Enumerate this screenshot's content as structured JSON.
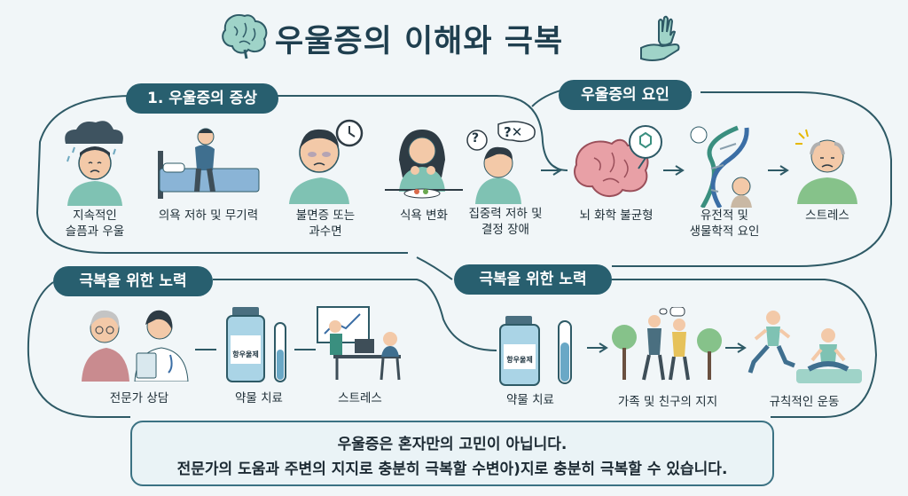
{
  "title": "우울증의 이해와 극복",
  "sections": {
    "symptoms": "1. 우울증의 증상",
    "causes": "우울증의 요인",
    "coping_left": "극복을 위한 노력",
    "coping_right": "극복을 위한 노력"
  },
  "symptoms": [
    {
      "label": "지속적인\n슬픔과 우울",
      "icon": "sad-rain-cloud-person-icon"
    },
    {
      "label": "의욕 저하 및 무기력",
      "icon": "person-on-bed-icon"
    },
    {
      "label": "불면증 또는\n과수면",
      "icon": "tired-person-clock-icon"
    },
    {
      "label": "식욕 변화",
      "icon": "person-eating-icon"
    },
    {
      "label": "집중력 저하 및\n결정 장애",
      "icon": "confused-person-icon"
    }
  ],
  "causes": [
    {
      "label": "뇌 화학 불균형",
      "icon": "brain-chemistry-icon"
    },
    {
      "label": "유전적 및\n생물학적 요인",
      "icon": "dna-icon"
    },
    {
      "label": "스트레스",
      "icon": "elderly-man-icon"
    }
  ],
  "coping_left": [
    {
      "label": "전문가 상담",
      "icon": "doctor-consultation-icon"
    },
    {
      "label": "약물 치료",
      "icon": "medicine-bottle-icon",
      "bottle_text": "항우울제"
    },
    {
      "label": "스트레스",
      "icon": "presentation-desk-icon"
    }
  ],
  "coping_right": [
    {
      "label": "약물 치료",
      "icon": "medicine-bottle-icon",
      "bottle_text": "항우울제"
    },
    {
      "label": "가족 및 친구의 지지",
      "icon": "family-walk-icon"
    },
    {
      "label": "규칙적인 운동",
      "icon": "exercise-icon"
    }
  ],
  "confused_marks": [
    "?",
    "?✕"
  ],
  "footer": {
    "line1": "우울증은 혼자만의 고민이 아닙니다.",
    "line2": "전문가의 도움과 주변의 지지로 충분히 극복할 수변아)지로 충분히 극복할 수 있습니다."
  },
  "colors": {
    "accent": "#285f6f",
    "skin": "#f3c9a8",
    "shirt": "#7fc2b3",
    "background": "#f1f6f8"
  }
}
